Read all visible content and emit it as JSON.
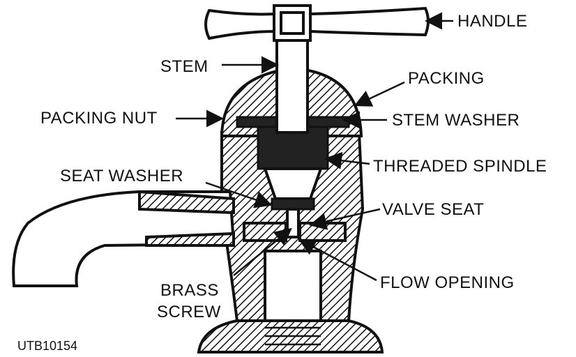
{
  "diagram": {
    "labels": {
      "handle": "HANDLE",
      "stem": "STEM",
      "packing": "PACKING",
      "packing_nut": "PACKING NUT",
      "stem_washer": "STEM WASHER",
      "threaded_spindle": "THREADED SPINDLE",
      "seat_washer": "SEAT WASHER",
      "valve_seat": "VALVE SEAT",
      "brass_screw_line1": "BRASS",
      "brass_screw_line2": "SCREW",
      "flow_opening": "FLOW OPENING"
    },
    "figure_code": "UTB10154"
  }
}
